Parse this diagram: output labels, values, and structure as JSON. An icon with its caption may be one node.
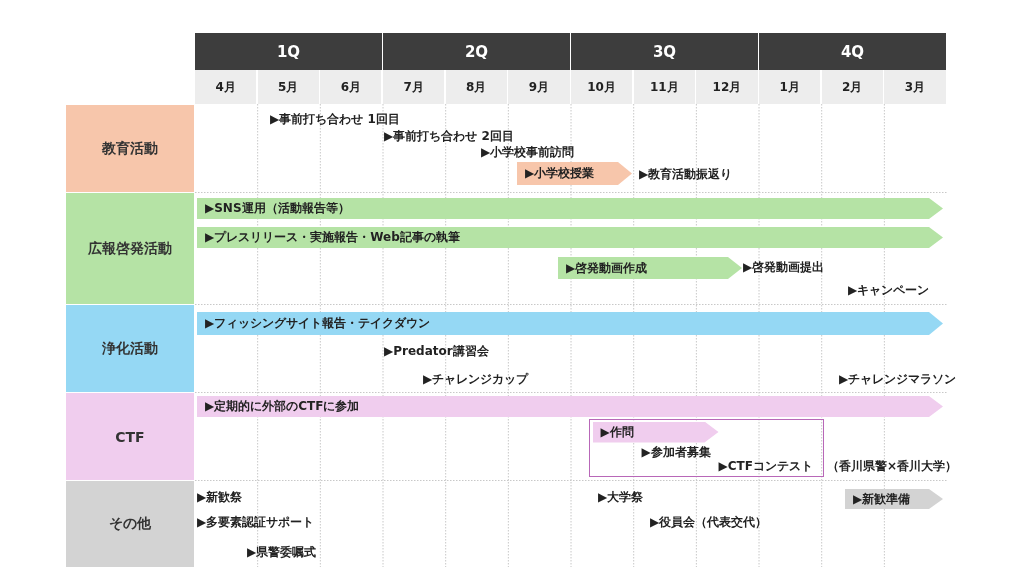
{
  "diagram": {
    "nodes": [
      {
        "text": [
          "1Q"
        ]
      },
      {
        "text": [
          "2Q"
        ]
      },
      {
        "text": [
          "3Q"
        ]
      },
      {
        "text": [
          "4Q"
        ]
      },
      {
        "text": [
          "4月"
        ]
      },
      {
        "text": [
          "5月"
        ]
      },
      {
        "text": [
          "6月"
        ]
      },
      {
        "text": [
          "7月"
        ]
      },
      {
        "text": [
          "8月"
        ]
      },
      {
        "text": [
          "9月"
        ]
      },
      {
        "text": [
          "10月"
        ]
      },
      {
        "text": [
          "11月"
        ]
      },
      {
        "text": [
          "12月"
        ]
      },
      {
        "text": [
          "1月"
        ]
      },
      {
        "text": [
          "2月"
        ]
      },
      {
        "text": [
          "3月"
        ]
      },
      {
        "text": [
          "教育活動"
        ]
      },
      {
        "text": [
          "▶事前打ち合わせ 1回目"
        ]
      },
      {
        "text": [
          "▶事前打ち合わせ 2回目"
        ]
      },
      {
        "text": [
          "▶小学校事前訪問"
        ]
      },
      {
        "text": [
          "▶小学校授業"
        ]
      },
      {
        "text": [
          "▶教育活動振返り"
        ]
      },
      {
        "text": [
          "広報啓発活動"
        ]
      },
      {
        "text": [
          "▶SNS運用（活動報告等）"
        ]
      },
      {
        "text": [
          "▶プレスリリース・実施報告・Web記事の執筆"
        ]
      },
      {
        "text": [
          "▶啓発動画作成"
        ]
      },
      {
        "text": [
          "▶啓発動画提出"
        ]
      },
      {
        "text": [
          "▶キャンペーン"
        ]
      },
      {
        "text": [
          "浄化活動"
        ]
      },
      {
        "text": [
          "▶フィッシングサイト報告・テイクダウン"
        ]
      },
      {
        "text": [
          "▶Predator講習会"
        ]
      },
      {
        "text": [
          "▶チャレンジカップ"
        ]
      },
      {
        "text": [
          "▶チャレンジマラソン"
        ]
      },
      {
        "text": [
          "CTF"
        ]
      },
      {
        "text": [
          "▶定期的に外部のCTFに参加"
        ]
      },
      {
        "text": [],
        "shape": "box",
        "beside": [
          "（香川県警×香川大学）"
        ]
      },
      {
        "text": [
          "▶作問"
        ],
        "in": 35
      },
      {
        "text": [
          "▶参加者募集"
        ],
        "in": 35
      },
      {
        "text": [
          "▶CTFコンテスト"
        ],
        "in": 35
      },
      {
        "text": [
          "その他"
        ]
      },
      {
        "text": [
          "▶新歓祭"
        ]
      },
      {
        "text": [
          "▶多要素認証サポート"
        ]
      },
      {
        "text": [
          "▶県警委嘱式"
        ]
      },
      {
        "text": [
          "▶大学祭"
        ]
      },
      {
        "text": [
          "▶役員会（代表交代）"
        ]
      },
      {
        "text": [
          "▶新歓準備"
        ]
      }
    ]
  }
}
